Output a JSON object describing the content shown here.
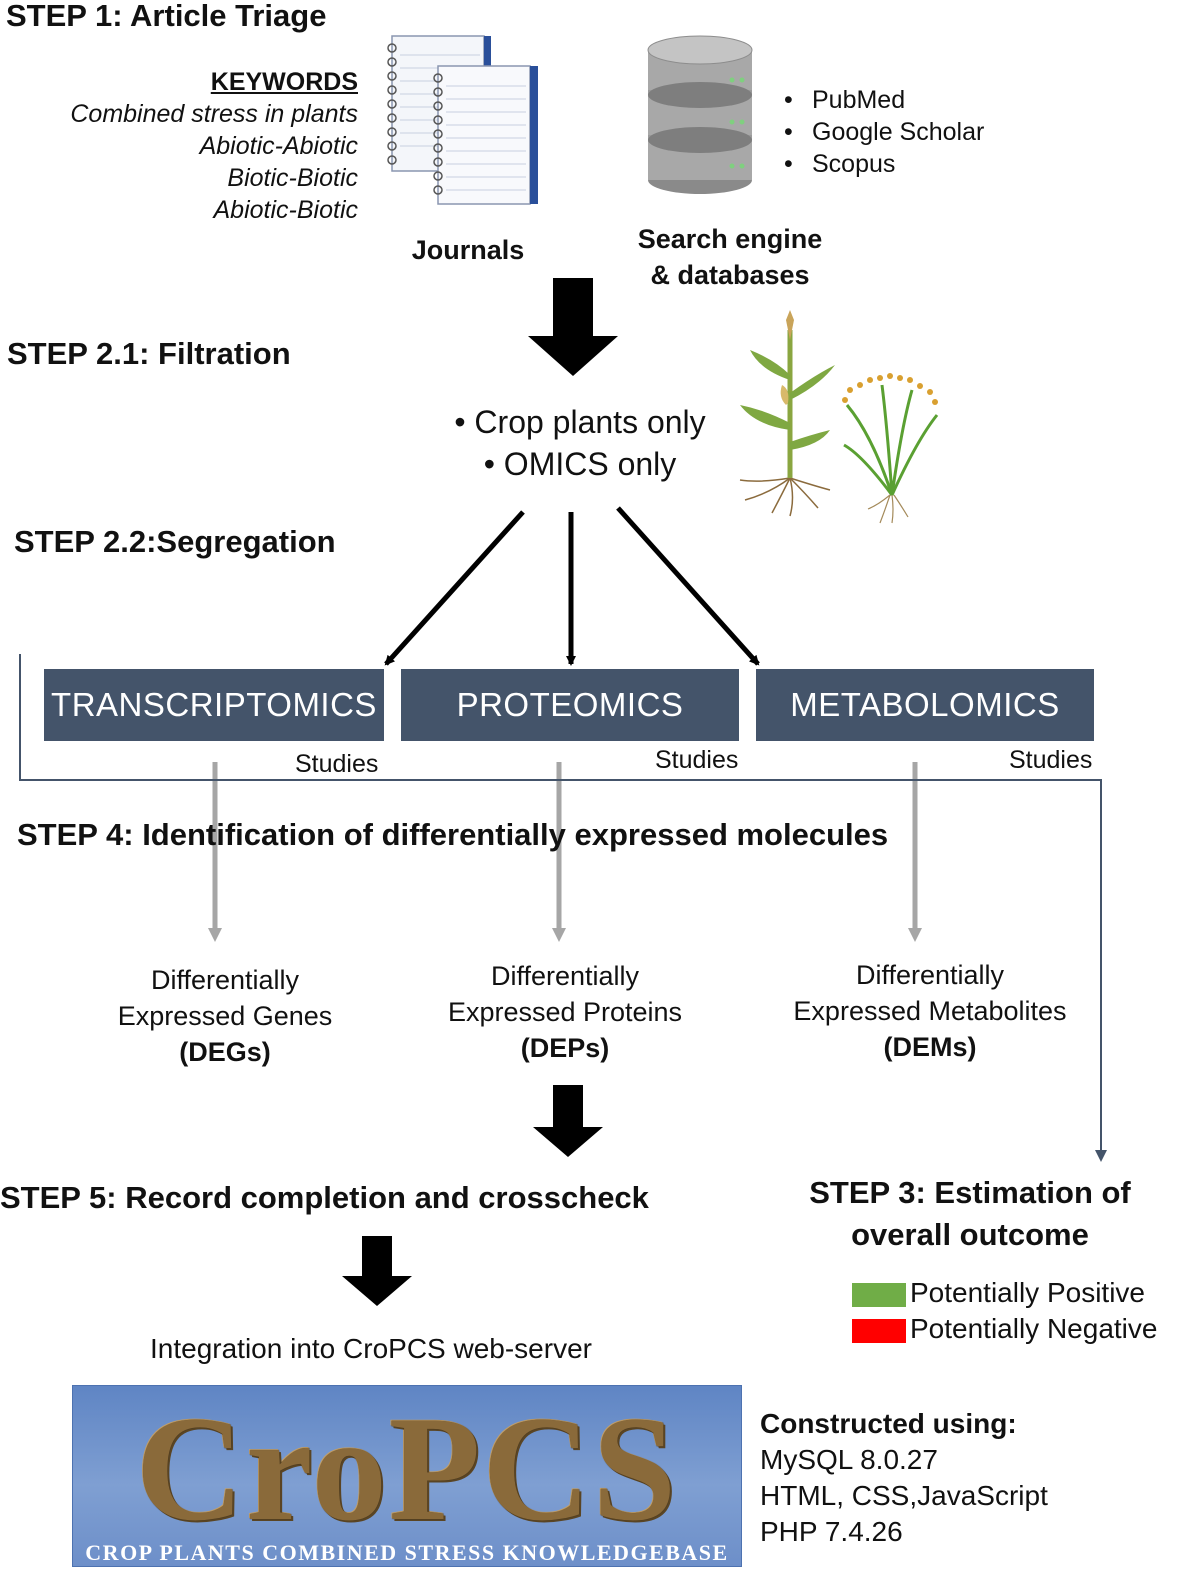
{
  "step1": {
    "title": "STEP 1: Article Triage",
    "keywords_head": "KEYWORDS",
    "keywords": [
      "Combined stress in plants",
      "Abiotic-Abiotic",
      "Biotic-Biotic",
      "Abiotic-Biotic"
    ],
    "journals_label": "Journals",
    "search_label": [
      "Search engine",
      "& databases"
    ],
    "databases": [
      "PubMed",
      "Google Scholar",
      "Scopus"
    ]
  },
  "step21": {
    "title": "STEP 2.1: Filtration",
    "filters": [
      "• Crop plants only",
      "• OMICS only"
    ]
  },
  "step22": {
    "title": "STEP 2.2:Segregation"
  },
  "omics": [
    {
      "label": "TRANSCRIPTOMICS",
      "studies": "Studies"
    },
    {
      "label": "PROTEOMICS",
      "studies": "Studies"
    },
    {
      "label": "METABOLOMICS",
      "studies": "Studies"
    }
  ],
  "step4": {
    "title": "STEP 4: Identification of differentially expressed molecules"
  },
  "molecules": [
    {
      "line1": "Differentially",
      "line2": "Expressed Genes",
      "abbr": "(DEGs)"
    },
    {
      "line1": "Differentially",
      "line2": "Expressed Proteins",
      "abbr": "(DEPs)"
    },
    {
      "line1": "Differentially",
      "line2": "Expressed Metabolites",
      "abbr": "(DEMs)"
    }
  ],
  "step5": {
    "title": "STEP 5: Record completion and crosscheck"
  },
  "step3": {
    "title_line1": "STEP 3: Estimation of",
    "title_line2": "overall outcome",
    "legend": [
      {
        "label": "Potentially Positive",
        "color": "#70ad47"
      },
      {
        "label": "Potentially Negative",
        "color": "#ff0000"
      }
    ]
  },
  "integration": {
    "label": "Integration into CroPCS web-server"
  },
  "banner": {
    "logo": "CroPCS",
    "subtitle": "CROP PLANTS COMBINED STRESS KNOWLEDGEBASE"
  },
  "tech": {
    "head": "Constructed using:",
    "items": [
      "MySQL 8.0.27",
      "HTML, CSS,JavaScript",
      "PHP 7.4.26"
    ]
  },
  "colors": {
    "box": "#44546a",
    "grey_arrow": "#a6a6a6",
    "connector": "#44546a"
  }
}
